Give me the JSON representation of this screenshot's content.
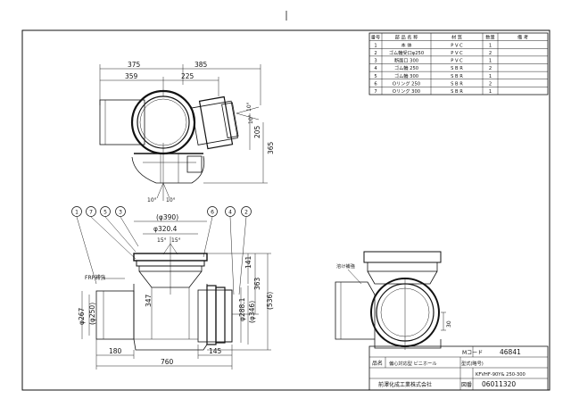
{
  "parts_table": {
    "headers": [
      "番号",
      "部 品 名 称",
      "材 質",
      "数量",
      "備 考"
    ],
    "rows": [
      [
        "1",
        "本 体",
        "P V C",
        "1",
        ""
      ],
      [
        "2",
        "ゴム輪受口φ250",
        "P V C",
        "2",
        ""
      ],
      [
        "3",
        "断面口 300",
        "P V C",
        "1",
        ""
      ],
      [
        "4",
        "ゴム輪 250",
        "S B R",
        "2",
        ""
      ],
      [
        "5",
        "ゴム輪 300",
        "S B R",
        "1",
        ""
      ],
      [
        "6",
        "Oリング 250",
        "S B R",
        "2",
        ""
      ],
      [
        "7",
        "Oリング 300",
        "S B R",
        "1",
        ""
      ]
    ]
  },
  "top_view": {
    "dims": [
      "375",
      "385",
      "359",
      "225",
      "205",
      "365",
      "10°",
      "10°",
      "10°",
      "10°"
    ]
  },
  "front_view": {
    "balloons": [
      "1",
      "7",
      "5",
      "3",
      "6",
      "4",
      "2"
    ],
    "dims": [
      "(φ390)",
      "φ320.4",
      "15°",
      "15°",
      "141",
      "363",
      "(536)",
      "347",
      "φ267",
      "(φ250)",
      "φ288.1",
      "(φ346)",
      "180",
      "760",
      "145"
    ],
    "label_frp": "FRP補強"
  },
  "side_view": {
    "label": "溶け補強",
    "dims": [
      "30"
    ]
  },
  "title_block": {
    "code_label": "Mコード",
    "code_value": "46841",
    "name_label": "品名",
    "name_value": "偏心対応型 ビニホール",
    "model_label": "型式(略号)",
    "model_value": "KFVHF-90Y& 250-300",
    "drawing_label": "図番",
    "drawing_value": "06011320",
    "company": "前澤化成工業株式会社"
  }
}
